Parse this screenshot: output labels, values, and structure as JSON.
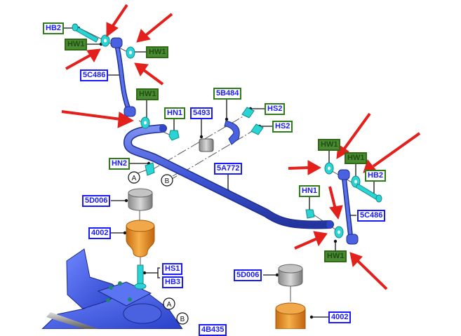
{
  "diagram": {
    "title": "Stabilizer bar and link exploded view",
    "colors": {
      "part_border": "#1a1aff",
      "hardware_border": "#2e7d1a",
      "washer_fill": "#4a8a32",
      "arrow": "#e3201b",
      "bar": "#4a62e0",
      "hardware_part": "#2ad4d4",
      "bushing": "#9e9e9e",
      "jounce_bumper": "#e8982e"
    },
    "labels": [
      {
        "id": "hb2-top",
        "text": "HB2",
        "kind": "hw"
      },
      {
        "id": "hw1-top-left",
        "text": "HW1",
        "kind": "washer"
      },
      {
        "id": "hw1-top-right",
        "text": "HW1",
        "kind": "washer"
      },
      {
        "id": "5c486-left",
        "text": "5C486",
        "kind": "part"
      },
      {
        "id": "hw1-mid-left",
        "text": "HW1",
        "kind": "washer"
      },
      {
        "id": "hn1-left",
        "text": "HN1",
        "kind": "hw"
      },
      {
        "id": "5493",
        "text": "5493",
        "kind": "part"
      },
      {
        "id": "5b484",
        "text": "5B484",
        "kind": "hw"
      },
      {
        "id": "hs2-upper",
        "text": "HS2",
        "kind": "hw"
      },
      {
        "id": "hs2-lower",
        "text": "HS2",
        "kind": "hw"
      },
      {
        "id": "hn2",
        "text": "HN2",
        "kind": "hw"
      },
      {
        "id": "5a772",
        "text": "5A772",
        "kind": "part"
      },
      {
        "id": "hw1-right-a",
        "text": "HW1",
        "kind": "washer"
      },
      {
        "id": "hw1-right-b",
        "text": "HW1",
        "kind": "washer"
      },
      {
        "id": "hb2-right",
        "text": "HB2",
        "kind": "hw"
      },
      {
        "id": "hn1-right",
        "text": "HN1",
        "kind": "hw"
      },
      {
        "id": "5c486-right",
        "text": "5C486",
        "kind": "part"
      },
      {
        "id": "hw1-right-bottom",
        "text": "HW1",
        "kind": "washer"
      },
      {
        "id": "5d006-left",
        "text": "5D006",
        "kind": "part"
      },
      {
        "id": "4002-left",
        "text": "4002",
        "kind": "part"
      },
      {
        "id": "hs1",
        "text": "HS1",
        "kind": "part"
      },
      {
        "id": "hb3",
        "text": "HB3",
        "kind": "part"
      },
      {
        "id": "5d006-right",
        "text": "5D006",
        "kind": "part"
      },
      {
        "id": "4002-right",
        "text": "4002",
        "kind": "part"
      },
      {
        "id": "4b435",
        "text": "4B435",
        "kind": "part"
      }
    ],
    "callouts": [
      {
        "id": "callout-a-upper",
        "text": "A"
      },
      {
        "id": "callout-b-upper",
        "text": "B"
      },
      {
        "id": "callout-a-lower",
        "text": "A"
      },
      {
        "id": "callout-b-lower",
        "text": "B"
      }
    ]
  }
}
